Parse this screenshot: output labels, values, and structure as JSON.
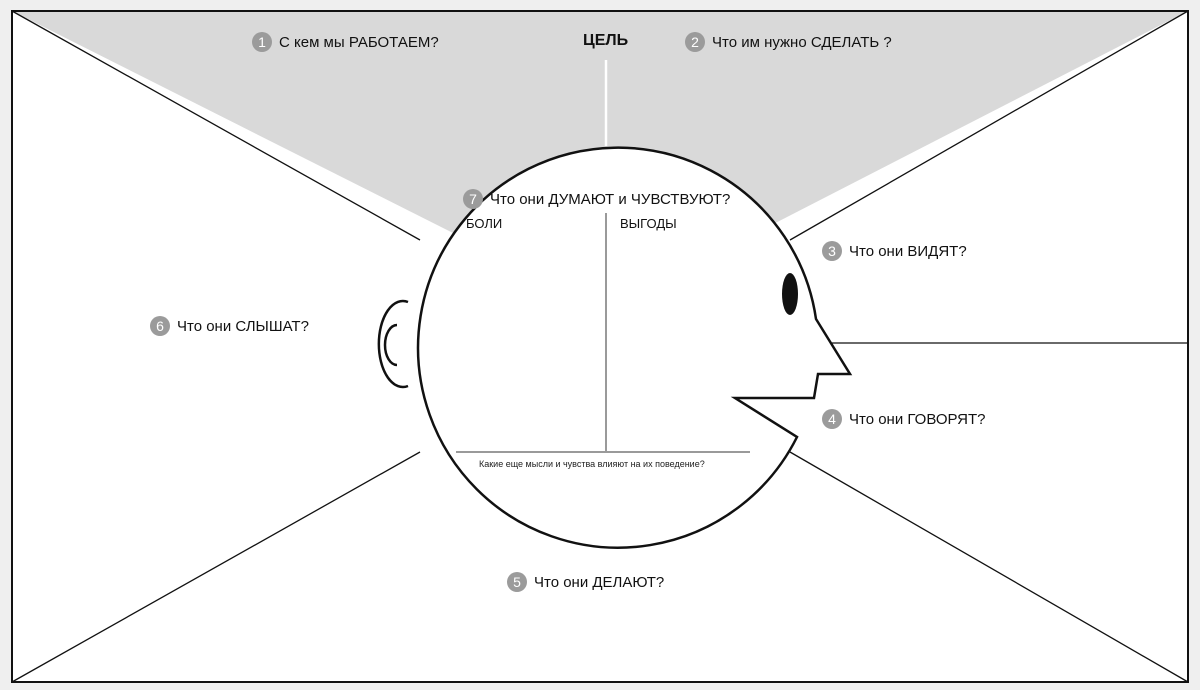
{
  "goal": "ЦЕЛЬ",
  "sections": [
    {
      "number": "1",
      "text": "С кем мы РАБОТАЕМ?"
    },
    {
      "number": "2",
      "text": "Что им нужно СДЕЛАТЬ ?"
    },
    {
      "number": "3",
      "text": "Что они ВИДЯТ?"
    },
    {
      "number": "4",
      "text": "Что они ГОВОРЯТ?"
    },
    {
      "number": "5",
      "text": "Что они ДЕЛАЮТ?"
    },
    {
      "number": "6",
      "text": "Что они СЛЫШАТ?"
    },
    {
      "number": "7",
      "text": "Что они ДУМАЮТ и ЧУВСТВУЮТ?"
    }
  ],
  "head": {
    "pains": "БОЛИ",
    "gains": "ВЫГОДЫ",
    "other": "Какие еще мысли и чувства влияют на их поведение?"
  },
  "colors": {
    "top_fill": "#d9d9d9",
    "line": "#111111",
    "badge": "#9b9b9b",
    "divider": "#9a9a9a"
  }
}
